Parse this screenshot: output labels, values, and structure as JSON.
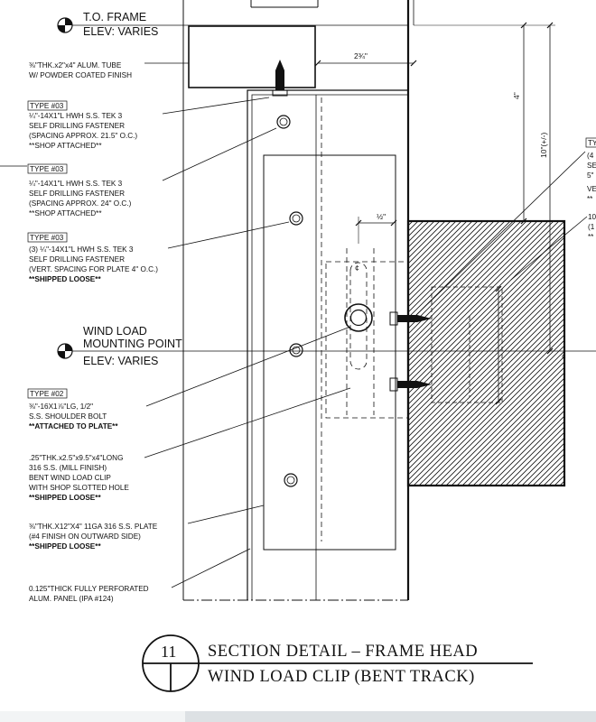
{
  "elevations": {
    "top_frame_l1": "T.O. FRAME",
    "top_frame_l2": "ELEV: VARIES",
    "wind_l1": "WIND LOAD",
    "wind_l2": "MOUNTING POINT",
    "wind_l3": "ELEV: VARIES"
  },
  "notes": {
    "tube_l1": "⅜\"THK.x2\"x4\" ALUM. TUBE",
    "tube_l2": "W/ POWDER COATED FINISH",
    "n1_type": "TYPE #03",
    "n1_l1": "¼\"-14X1\"L HWH S.S. TEK 3",
    "n1_l2": "SELF DRILLING FASTENER",
    "n1_l3": "(SPACING APPROX. 21.5\" O.C.)",
    "n1_l4": "**SHOP ATTACHED**",
    "n2_type": "TYPE #03",
    "n2_l1": "¼\"-14X1\"L HWH S.S. TEK 3",
    "n2_l2": "SELF DRILLING FASTENER",
    "n2_l3": "(SPACING APPROX. 24\" O.C.)",
    "n2_l4": "**SHOP ATTACHED**",
    "n3_type": "TYPE #03",
    "n3_l1": "(3) ¼\"-14X1\"L HWH S.S. TEK 3",
    "n3_l2": "SELF DRILLING FASTENER",
    "n3_l3": "(VERT. SPACING FOR PLATE 4\" O.C.)",
    "n3_l4": "**SHIPPED LOOSE**",
    "n4_type": "TYPE #02",
    "n4_l1": "⅜\"-16X1⅞\"LG, 1/2\"",
    "n4_l2": "S.S.  SHOULDER BOLT",
    "n4_l3": "**ATTACHED TO PLATE**",
    "n5_l1": ".25\"THK.x2.5\"x9.5\"x4\"LONG",
    "n5_l2": "316 S.S. (MILL FINISH)",
    "n5_l3": "BENT WIND LOAD CLIP",
    "n5_l4": "WITH SHOP SLOTTED HOLE",
    "n5_l5": "**SHIPPED LOOSE**",
    "n6_l1": "⅜\"THK.X12\"X4\" 11GA 316 S.S. PLATE",
    "n6_l2": "(#4 FINISH ON OUTWARD SIDE)",
    "n6_l3": "**SHIPPED LOOSE**",
    "n7_l1": "0.125\"THICK FULLY PERFORATED",
    "n7_l2": "ALUM. PANEL (IPA #124)"
  },
  "right_notes": {
    "r1_type": "TY",
    "r1_l1": "(4",
    "r1_l2": "SE",
    "r1_l3": "5\"",
    "r1_l4": "VE",
    "r1_l5": "**",
    "r2_l1": "10",
    "r2_l2": "(1",
    "r2_l3": "**"
  },
  "dimensions": {
    "d_2_75": "2¾\"",
    "d_4": "4\"",
    "d_10": "10\"(+/-)",
    "d_0_5": "½\"",
    "centerline": "¢"
  },
  "title": {
    "number": "11",
    "line1": "SECTION  DETAIL  –  FRAME  HEAD",
    "line2": "WIND  LOAD  CLIP  (BENT  TRACK)"
  },
  "colors": {
    "line": "#111111",
    "footer_light": "#f2f4f5",
    "footer_gray": "#dde1e4"
  }
}
